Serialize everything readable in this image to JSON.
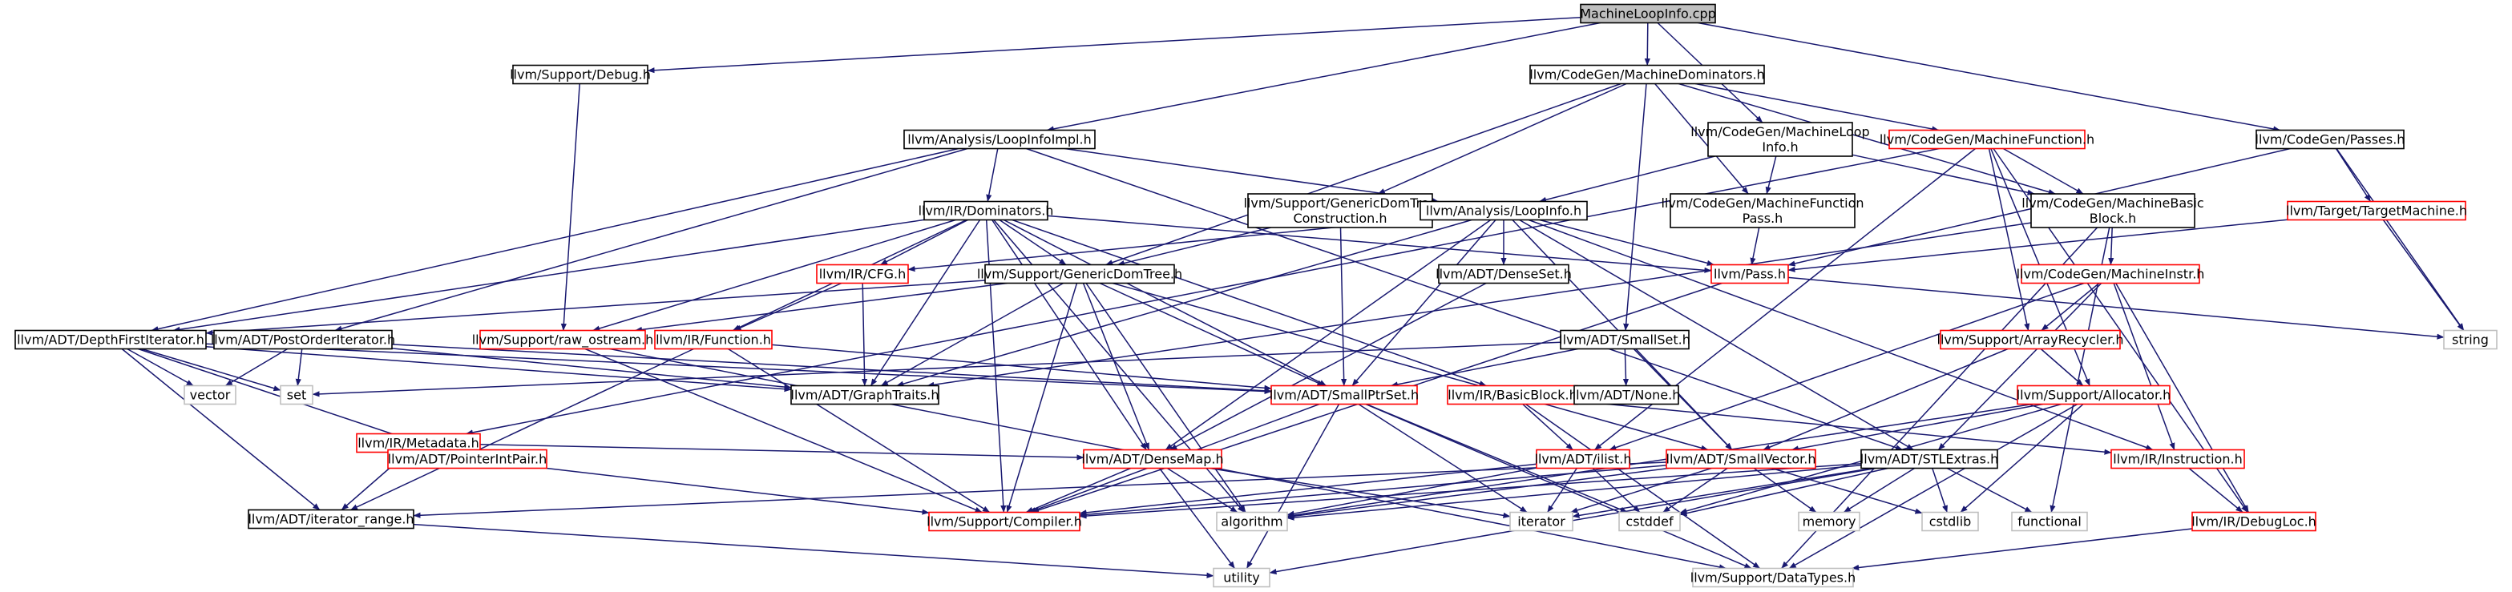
{
  "nodes": [
    {
      "id": "MachineLoopInfo.cpp",
      "lines": [
        "MachineLoopInfo.cpp"
      ],
      "kind": "root"
    },
    {
      "id": "llvm/Support/Debug.h",
      "lines": [
        "llvm/Support/Debug.h"
      ],
      "kind": "normal"
    },
    {
      "id": "llvm/CodeGen/MachineDominators.h",
      "lines": [
        "llvm/CodeGen/MachineDominators.h"
      ],
      "kind": "normal"
    },
    {
      "id": "llvm/CodeGen/Passes.h",
      "lines": [
        "llvm/CodeGen/Passes.h"
      ],
      "kind": "normal"
    },
    {
      "id": "llvm/Analysis/LoopInfoImpl.h",
      "lines": [
        "llvm/Analysis/LoopInfoImpl.h"
      ],
      "kind": "normal"
    },
    {
      "id": "llvm/CodeGen/MachineLoopInfo.h",
      "lines": [
        "llvm/CodeGen/MachineLoop",
        "Info.h"
      ],
      "kind": "normal"
    },
    {
      "id": "llvm/CodeGen/MachineFunction.h",
      "lines": [
        "llvm/CodeGen/MachineFunction.h"
      ],
      "kind": "red"
    },
    {
      "id": "llvm/Target/TargetMachine.h",
      "lines": [
        "llvm/Target/TargetMachine.h"
      ],
      "kind": "red"
    },
    {
      "id": "llvm/IR/Dominators.h",
      "lines": [
        "llvm/IR/Dominators.h"
      ],
      "kind": "normal"
    },
    {
      "id": "llvm/Support/GenericDomTreeConstruction.h",
      "lines": [
        "llvm/Support/GenericDomTree",
        "Construction.h"
      ],
      "kind": "normal"
    },
    {
      "id": "llvm/Analysis/LoopInfo.h",
      "lines": [
        "llvm/Analysis/LoopInfo.h"
      ],
      "kind": "normal"
    },
    {
      "id": "llvm/CodeGen/MachineFunctionPass.h",
      "lines": [
        "llvm/CodeGen/MachineFunction",
        "Pass.h"
      ],
      "kind": "normal"
    },
    {
      "id": "llvm/CodeGen/MachineBasicBlock.h",
      "lines": [
        "llvm/CodeGen/MachineBasic",
        "Block.h"
      ],
      "kind": "normal"
    },
    {
      "id": "llvm/IR/CFG.h",
      "lines": [
        "llvm/IR/CFG.h"
      ],
      "kind": "red"
    },
    {
      "id": "llvm/Support/GenericDomTree.h",
      "lines": [
        "llvm/Support/GenericDomTree.h"
      ],
      "kind": "normal"
    },
    {
      "id": "llvm/ADT/DenseSet.h",
      "lines": [
        "llvm/ADT/DenseSet.h"
      ],
      "kind": "normal"
    },
    {
      "id": "llvm/Pass.h",
      "lines": [
        "llvm/Pass.h"
      ],
      "kind": "red"
    },
    {
      "id": "llvm/CodeGen/MachineInstr.h",
      "lines": [
        "llvm/CodeGen/MachineInstr.h"
      ],
      "kind": "red"
    },
    {
      "id": "llvm/ADT/DepthFirstIterator.h",
      "lines": [
        "llvm/ADT/DepthFirstIterator.h"
      ],
      "kind": "normal"
    },
    {
      "id": "llvm/ADT/PostOrderIterator.h",
      "lines": [
        "llvm/ADT/PostOrderIterator.h"
      ],
      "kind": "normal"
    },
    {
      "id": "llvm/Support/raw_ostream.h",
      "lines": [
        "llvm/Support/raw_ostream.h"
      ],
      "kind": "red"
    },
    {
      "id": "llvm/IR/Function.h",
      "lines": [
        "llvm/IR/Function.h"
      ],
      "kind": "red"
    },
    {
      "id": "llvm/ADT/SmallSet.h",
      "lines": [
        "llvm/ADT/SmallSet.h"
      ],
      "kind": "normal"
    },
    {
      "id": "llvm/Support/ArrayRecycler.h",
      "lines": [
        "llvm/Support/ArrayRecycler.h"
      ],
      "kind": "red"
    },
    {
      "id": "string",
      "lines": [
        "string"
      ],
      "kind": "gray"
    },
    {
      "id": "vector",
      "lines": [
        "vector"
      ],
      "kind": "gray"
    },
    {
      "id": "set",
      "lines": [
        "set"
      ],
      "kind": "gray"
    },
    {
      "id": "llvm/ADT/GraphTraits.h",
      "lines": [
        "llvm/ADT/GraphTraits.h"
      ],
      "kind": "normal"
    },
    {
      "id": "llvm/ADT/SmallPtrSet.h",
      "lines": [
        "llvm/ADT/SmallPtrSet.h"
      ],
      "kind": "red"
    },
    {
      "id": "llvm/IR/BasicBlock.h",
      "lines": [
        "llvm/IR/BasicBlock.h"
      ],
      "kind": "red"
    },
    {
      "id": "llvm/ADT/None.h",
      "lines": [
        "llvm/ADT/None.h"
      ],
      "kind": "normal"
    },
    {
      "id": "llvm/Support/Allocator.h",
      "lines": [
        "llvm/Support/Allocator.h"
      ],
      "kind": "red"
    },
    {
      "id": "llvm/IR/Metadata.h",
      "lines": [
        "llvm/IR/Metadata.h"
      ],
      "kind": "red"
    },
    {
      "id": "llvm/ADT/PointerIntPair.h",
      "lines": [
        "llvm/ADT/PointerIntPair.h"
      ],
      "kind": "red"
    },
    {
      "id": "llvm/ADT/DenseMap.h",
      "lines": [
        "llvm/ADT/DenseMap.h"
      ],
      "kind": "red"
    },
    {
      "id": "llvm/ADT/ilist.h",
      "lines": [
        "llvm/ADT/ilist.h"
      ],
      "kind": "red"
    },
    {
      "id": "llvm/ADT/SmallVector.h",
      "lines": [
        "llvm/ADT/SmallVector.h"
      ],
      "kind": "red"
    },
    {
      "id": "llvm/ADT/STLExtras.h",
      "lines": [
        "llvm/ADT/STLExtras.h"
      ],
      "kind": "normal"
    },
    {
      "id": "llvm/IR/Instruction.h",
      "lines": [
        "llvm/IR/Instruction.h"
      ],
      "kind": "red"
    },
    {
      "id": "llvm/ADT/iterator_range.h",
      "lines": [
        "llvm/ADT/iterator_range.h"
      ],
      "kind": "normal"
    },
    {
      "id": "llvm/Support/Compiler.h",
      "lines": [
        "llvm/Support/Compiler.h"
      ],
      "kind": "red"
    },
    {
      "id": "algorithm",
      "lines": [
        "algorithm"
      ],
      "kind": "gray"
    },
    {
      "id": "iterator",
      "lines": [
        "iterator"
      ],
      "kind": "gray"
    },
    {
      "id": "cstddef",
      "lines": [
        "cstddef"
      ],
      "kind": "gray"
    },
    {
      "id": "memory",
      "lines": [
        "memory"
      ],
      "kind": "gray"
    },
    {
      "id": "cstdlib",
      "lines": [
        "cstdlib"
      ],
      "kind": "gray"
    },
    {
      "id": "functional",
      "lines": [
        "functional"
      ],
      "kind": "gray"
    },
    {
      "id": "llvm/IR/DebugLoc.h",
      "lines": [
        "llvm/IR/DebugLoc.h"
      ],
      "kind": "red"
    },
    {
      "id": "utility",
      "lines": [
        "utility"
      ],
      "kind": "gray"
    },
    {
      "id": "llvm/Support/DataTypes.h",
      "lines": [
        "llvm/Support/DataTypes.h"
      ],
      "kind": "gray"
    }
  ],
  "edges": [
    [
      "MachineLoopInfo.cpp",
      "llvm/Support/Debug.h"
    ],
    [
      "MachineLoopInfo.cpp",
      "llvm/CodeGen/MachineDominators.h"
    ],
    [
      "MachineLoopInfo.cpp",
      "llvm/CodeGen/Passes.h"
    ],
    [
      "MachineLoopInfo.cpp",
      "llvm/Analysis/LoopInfoImpl.h"
    ],
    [
      "MachineLoopInfo.cpp",
      "llvm/CodeGen/MachineLoopInfo.h"
    ],
    [
      "llvm/Support/Debug.h",
      "llvm/Support/raw_ostream.h"
    ],
    [
      "llvm/CodeGen/MachineDominators.h",
      "llvm/CodeGen/MachineFunction.h"
    ],
    [
      "llvm/CodeGen/MachineDominators.h",
      "llvm/Support/GenericDomTreeConstruction.h"
    ],
    [
      "llvm/CodeGen/MachineDominators.h",
      "llvm/CodeGen/MachineFunctionPass.h"
    ],
    [
      "llvm/CodeGen/MachineDominators.h",
      "llvm/CodeGen/MachineBasicBlock.h"
    ],
    [
      "llvm/CodeGen/MachineDominators.h",
      "llvm/Support/GenericDomTree.h"
    ],
    [
      "llvm/CodeGen/MachineDominators.h",
      "llvm/ADT/SmallSet.h"
    ],
    [
      "llvm/CodeGen/Passes.h",
      "llvm/Target/TargetMachine.h"
    ],
    [
      "llvm/CodeGen/Passes.h",
      "llvm/Pass.h"
    ],
    [
      "llvm/CodeGen/Passes.h",
      "string"
    ],
    [
      "llvm/Analysis/LoopInfoImpl.h",
      "llvm/IR/Dominators.h"
    ],
    [
      "llvm/Analysis/LoopInfoImpl.h",
      "llvm/Analysis/LoopInfo.h"
    ],
    [
      "llvm/Analysis/LoopInfoImpl.h",
      "llvm/ADT/DepthFirstIterator.h"
    ],
    [
      "llvm/Analysis/LoopInfoImpl.h",
      "llvm/ADT/PostOrderIterator.h"
    ],
    [
      "llvm/Analysis/LoopInfoImpl.h",
      "llvm/ADT/STLExtras.h"
    ],
    [
      "llvm/CodeGen/MachineLoopInfo.h",
      "llvm/Analysis/LoopInfo.h"
    ],
    [
      "llvm/CodeGen/MachineLoopInfo.h",
      "llvm/CodeGen/MachineFunctionPass.h"
    ],
    [
      "llvm/CodeGen/MachineLoopInfo.h",
      "llvm/CodeGen/MachineBasicBlock.h"
    ],
    [
      "llvm/CodeGen/MachineFunction.h",
      "llvm/CodeGen/MachineBasicBlock.h"
    ],
    [
      "llvm/CodeGen/MachineFunction.h",
      "llvm/Support/ArrayRecycler.h"
    ],
    [
      "llvm/CodeGen/MachineFunction.h",
      "llvm/ADT/ilist.h"
    ],
    [
      "llvm/CodeGen/MachineFunction.h",
      "llvm/IR/Metadata.h"
    ],
    [
      "llvm/CodeGen/MachineFunction.h",
      "llvm/Support/Allocator.h"
    ],
    [
      "llvm/CodeGen/MachineFunction.h",
      "llvm/IR/DebugLoc.h"
    ],
    [
      "llvm/Target/TargetMachine.h",
      "llvm/Pass.h"
    ],
    [
      "llvm/Target/TargetMachine.h",
      "string"
    ],
    [
      "llvm/IR/Dominators.h",
      "llvm/IR/CFG.h"
    ],
    [
      "llvm/IR/Dominators.h",
      "llvm/Support/GenericDomTree.h"
    ],
    [
      "llvm/IR/Dominators.h",
      "llvm/Pass.h"
    ],
    [
      "llvm/IR/Dominators.h",
      "llvm/ADT/DepthFirstIterator.h"
    ],
    [
      "llvm/IR/Dominators.h",
      "llvm/Support/raw_ostream.h"
    ],
    [
      "llvm/IR/Dominators.h",
      "llvm/IR/Function.h"
    ],
    [
      "llvm/IR/Dominators.h",
      "llvm/ADT/GraphTraits.h"
    ],
    [
      "llvm/IR/Dominators.h",
      "llvm/ADT/SmallPtrSet.h"
    ],
    [
      "llvm/IR/Dominators.h",
      "llvm/IR/BasicBlock.h"
    ],
    [
      "llvm/IR/Dominators.h",
      "llvm/ADT/DenseMap.h"
    ],
    [
      "llvm/IR/Dominators.h",
      "llvm/Support/Compiler.h"
    ],
    [
      "llvm/IR/Dominators.h",
      "algorithm"
    ],
    [
      "llvm/Support/GenericDomTreeConstruction.h",
      "llvm/Support/GenericDomTree.h"
    ],
    [
      "llvm/Support/GenericDomTreeConstruction.h",
      "llvm/ADT/SmallPtrSet.h"
    ],
    [
      "llvm/Analysis/LoopInfo.h",
      "llvm/IR/CFG.h"
    ],
    [
      "llvm/Analysis/LoopInfo.h",
      "llvm/ADT/DenseSet.h"
    ],
    [
      "llvm/Analysis/LoopInfo.h",
      "llvm/Pass.h"
    ],
    [
      "llvm/Analysis/LoopInfo.h",
      "llvm/ADT/GraphTraits.h"
    ],
    [
      "llvm/Analysis/LoopInfo.h",
      "llvm/ADT/SmallPtrSet.h"
    ],
    [
      "llvm/Analysis/LoopInfo.h",
      "llvm/ADT/DenseMap.h"
    ],
    [
      "llvm/Analysis/LoopInfo.h",
      "llvm/ADT/SmallVector.h"
    ],
    [
      "llvm/Analysis/LoopInfo.h",
      "llvm/IR/Instruction.h"
    ],
    [
      "llvm/Analysis/LoopInfo.h",
      "llvm/ADT/STLExtras.h"
    ],
    [
      "llvm/CodeGen/MachineFunctionPass.h",
      "llvm/Pass.h"
    ],
    [
      "llvm/CodeGen/MachineBasicBlock.h",
      "llvm/CodeGen/MachineInstr.h"
    ],
    [
      "llvm/CodeGen/MachineBasicBlock.h",
      "llvm/ADT/GraphTraits.h"
    ],
    [
      "llvm/CodeGen/MachineBasicBlock.h",
      "functional"
    ],
    [
      "llvm/CodeGen/MachineBasicBlock.h",
      "llvm/Support/DataTypes.h"
    ],
    [
      "llvm/IR/CFG.h",
      "llvm/ADT/GraphTraits.h"
    ],
    [
      "llvm/IR/CFG.h",
      "llvm/IR/Function.h"
    ],
    [
      "llvm/Support/GenericDomTree.h",
      "llvm/ADT/DenseMap.h"
    ],
    [
      "llvm/Support/GenericDomTree.h",
      "llvm/ADT/SmallVector.h"
    ],
    [
      "llvm/Support/GenericDomTree.h",
      "llvm/ADT/SmallPtrSet.h"
    ],
    [
      "llvm/Support/GenericDomTree.h",
      "llvm/ADT/GraphTraits.h"
    ],
    [
      "llvm/Support/GenericDomTree.h",
      "llvm/Support/raw_ostream.h"
    ],
    [
      "llvm/Support/GenericDomTree.h",
      "llvm/ADT/DepthFirstIterator.h"
    ],
    [
      "llvm/Support/GenericDomTree.h",
      "llvm/Support/Compiler.h"
    ],
    [
      "llvm/Support/GenericDomTree.h",
      "algorithm"
    ],
    [
      "llvm/ADT/DenseSet.h",
      "llvm/ADT/DenseMap.h"
    ],
    [
      "llvm/Pass.h",
      "string"
    ],
    [
      "llvm/Pass.h",
      "llvm/Support/Compiler.h"
    ],
    [
      "llvm/CodeGen/MachineInstr.h",
      "llvm/Support/ArrayRecycler.h"
    ],
    [
      "llvm/CodeGen/MachineInstr.h",
      "llvm/ADT/ilist.h"
    ],
    [
      "llvm/CodeGen/MachineInstr.h",
      "llvm/IR/DebugLoc.h"
    ],
    [
      "llvm/CodeGen/MachineInstr.h",
      "llvm/ADT/STLExtras.h"
    ],
    [
      "llvm/CodeGen/MachineInstr.h",
      "llvm/IR/Instruction.h"
    ],
    [
      "llvm/ADT/DepthFirstIterator.h",
      "llvm/ADT/GraphTraits.h"
    ],
    [
      "llvm/ADT/DepthFirstIterator.h",
      "llvm/ADT/SmallPtrSet.h"
    ],
    [
      "llvm/ADT/DepthFirstIterator.h",
      "set"
    ],
    [
      "llvm/ADT/DepthFirstIterator.h",
      "vector"
    ],
    [
      "llvm/ADT/DepthFirstIterator.h",
      "llvm/ADT/iterator_range.h"
    ],
    [
      "llvm/ADT/DepthFirstIterator.h",
      "llvm/ADT/PointerIntPair.h"
    ],
    [
      "llvm/ADT/PostOrderIterator.h",
      "llvm/ADT/GraphTraits.h"
    ],
    [
      "llvm/ADT/PostOrderIterator.h",
      "llvm/ADT/SmallPtrSet.h"
    ],
    [
      "llvm/ADT/PostOrderIterator.h",
      "set"
    ],
    [
      "llvm/ADT/PostOrderIterator.h",
      "vector"
    ],
    [
      "llvm/Support/raw_ostream.h",
      "llvm/Support/Compiler.h"
    ],
    [
      "llvm/Support/raw_ostream.h",
      "llvm/Support/DataTypes.h"
    ],
    [
      "llvm/IR/Function.h",
      "llvm/ADT/iterator_range.h"
    ],
    [
      "llvm/IR/Function.h",
      "llvm/Support/Compiler.h"
    ],
    [
      "llvm/IR/Function.h",
      "llvm/ADT/SmallPtrSet.h"
    ],
    [
      "llvm/ADT/SmallSet.h",
      "llvm/ADT/None.h"
    ],
    [
      "llvm/ADT/SmallSet.h",
      "llvm/ADT/SmallPtrSet.h"
    ],
    [
      "llvm/ADT/SmallSet.h",
      "llvm/ADT/SmallVector.h"
    ],
    [
      "llvm/ADT/SmallSet.h",
      "set"
    ],
    [
      "llvm/Support/ArrayRecycler.h",
      "llvm/Support/Allocator.h"
    ],
    [
      "llvm/Support/ArrayRecycler.h",
      "llvm/ADT/SmallVector.h"
    ],
    [
      "llvm/ADT/SmallPtrSet.h",
      "llvm/Support/Compiler.h"
    ],
    [
      "llvm/ADT/SmallPtrSet.h",
      "llvm/Support/DataTypes.h"
    ],
    [
      "llvm/ADT/SmallPtrSet.h",
      "cstddef"
    ],
    [
      "llvm/ADT/SmallPtrSet.h",
      "iterator"
    ],
    [
      "llvm/ADT/SmallPtrSet.h",
      "utility"
    ],
    [
      "llvm/IR/BasicBlock.h",
      "llvm/ADT/ilist.h"
    ],
    [
      "llvm/IR/BasicBlock.h",
      "llvm/IR/Instruction.h"
    ],
    [
      "llvm/IR/BasicBlock.h",
      "llvm/Support/DataTypes.h"
    ],
    [
      "llvm/Support/Allocator.h",
      "llvm/ADT/SmallVector.h"
    ],
    [
      "llvm/Support/Allocator.h",
      "llvm/Support/DataTypes.h"
    ],
    [
      "llvm/Support/Allocator.h",
      "cstddef"
    ],
    [
      "llvm/Support/Allocator.h",
      "cstdlib"
    ],
    [
      "llvm/Support/Allocator.h",
      "algorithm"
    ],
    [
      "llvm/IR/Metadata.h",
      "llvm/ADT/DenseMap.h"
    ],
    [
      "llvm/IR/Metadata.h",
      "llvm/ADT/iterator_range.h"
    ],
    [
      "llvm/ADT/PointerIntPair.h",
      "llvm/Support/Compiler.h"
    ],
    [
      "llvm/ADT/DenseMap.h",
      "llvm/Support/Compiler.h"
    ],
    [
      "llvm/ADT/DenseMap.h",
      "algorithm"
    ],
    [
      "llvm/ADT/DenseMap.h",
      "iterator"
    ],
    [
      "llvm/ADT/DenseMap.h",
      "utility"
    ],
    [
      "llvm/ADT/ilist.h",
      "algorithm"
    ],
    [
      "llvm/ADT/ilist.h",
      "cstddef"
    ],
    [
      "llvm/ADT/ilist.h",
      "iterator"
    ],
    [
      "llvm/ADT/ilist.h",
      "llvm/Support/Compiler.h"
    ],
    [
      "llvm/ADT/SmallVector.h",
      "llvm/ADT/iterator_range.h"
    ],
    [
      "llvm/ADT/SmallVector.h",
      "llvm/Support/Compiler.h"
    ],
    [
      "llvm/ADT/SmallVector.h",
      "algorithm"
    ],
    [
      "llvm/ADT/SmallVector.h",
      "cstddef"
    ],
    [
      "llvm/ADT/SmallVector.h",
      "cstdlib"
    ],
    [
      "llvm/ADT/SmallVector.h",
      "iterator"
    ],
    [
      "llvm/ADT/SmallVector.h",
      "memory"
    ],
    [
      "llvm/ADT/STLExtras.h",
      "llvm/Support/Compiler.h"
    ],
    [
      "llvm/ADT/STLExtras.h",
      "algorithm"
    ],
    [
      "llvm/ADT/STLExtras.h",
      "cstddef"
    ],
    [
      "llvm/ADT/STLExtras.h",
      "cstdlib"
    ],
    [
      "llvm/ADT/STLExtras.h",
      "functional"
    ],
    [
      "llvm/ADT/STLExtras.h",
      "iterator"
    ],
    [
      "llvm/ADT/STLExtras.h",
      "memory"
    ],
    [
      "llvm/ADT/STLExtras.h",
      "utility"
    ],
    [
      "llvm/IR/Instruction.h",
      "llvm/IR/DebugLoc.h"
    ],
    [
      "llvm/IR/DebugLoc.h",
      "llvm/Support/DataTypes.h"
    ],
    [
      "llvm/ADT/iterator_range.h",
      "utility"
    ]
  ],
  "colors": {
    "edge": "#191970",
    "node_border": "#000000",
    "node_fill": "#ffffff",
    "root_fill": "#bfbfbf",
    "red_border": "#ff0000",
    "gray_border": "#bfbfbf",
    "text": "#000000"
  }
}
